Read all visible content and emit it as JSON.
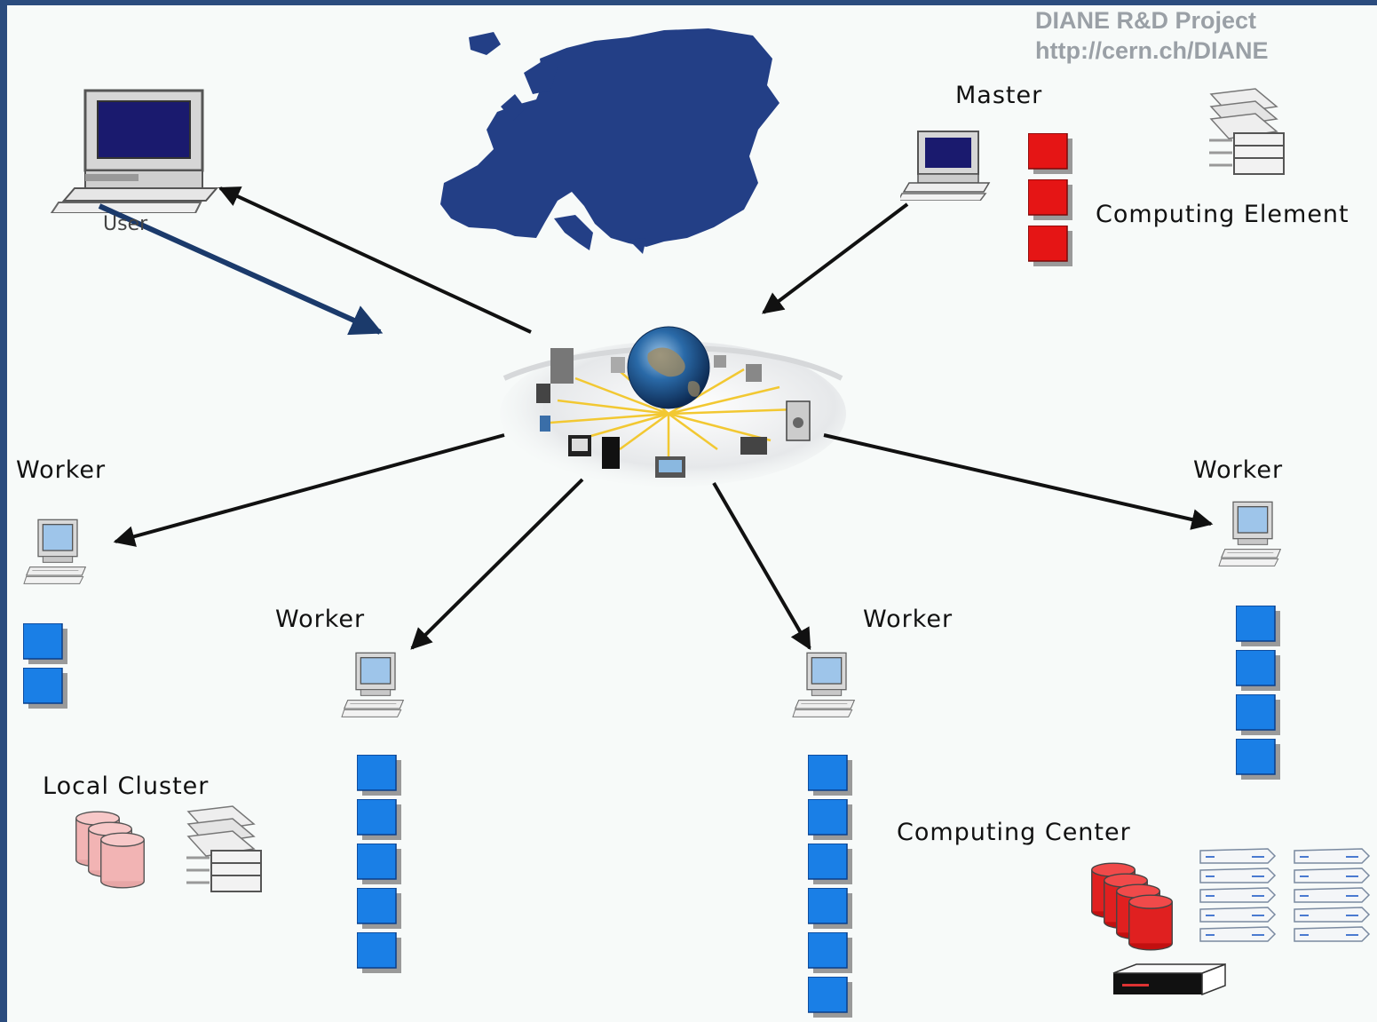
{
  "credit": {
    "line1": "DIANE R&D Project",
    "line2": "http://cern.ch/DIANE"
  },
  "labels": {
    "master": "Master",
    "computing_element": "Computing Element",
    "user": "User",
    "worker": "Worker",
    "local_cluster": "Local Cluster",
    "computing_center": "Computing Center"
  },
  "colors": {
    "frame": "#2b4c7e",
    "background": "#f7faf9",
    "task_blue": "#1a7fe6",
    "task_red": "#e51515",
    "arrow": "#111111",
    "user_arrow": "#1b3a6b",
    "map": "#233f86"
  },
  "nodes": [
    {
      "id": "user",
      "icon": "desktop-computer-icon"
    },
    {
      "id": "master",
      "icon": "desktop-computer-icon",
      "tasks": 3,
      "task_color": "red"
    },
    {
      "id": "worker-left",
      "icon": "desktop-computer-icon",
      "tasks": 2,
      "task_color": "blue"
    },
    {
      "id": "worker-mid-left",
      "icon": "desktop-computer-icon",
      "tasks": 5,
      "task_color": "blue"
    },
    {
      "id": "worker-mid-right",
      "icon": "desktop-computer-icon",
      "tasks": 6,
      "task_color": "blue"
    },
    {
      "id": "worker-right",
      "icon": "desktop-computer-icon",
      "tasks": 4,
      "task_color": "blue"
    }
  ]
}
